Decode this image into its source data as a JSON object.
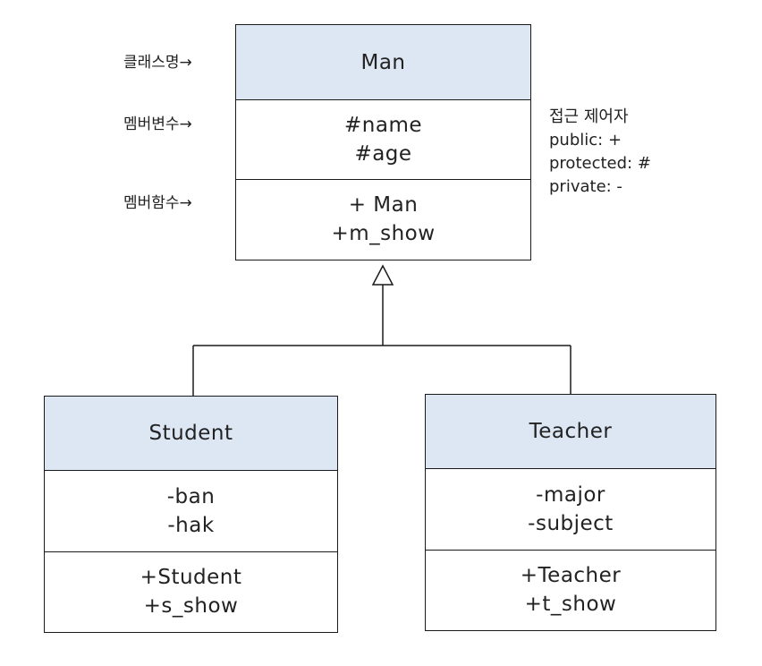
{
  "labels": {
    "class_name": "클래스명→",
    "member_vars": "멤버변수→",
    "member_funcs": "멤버함수→"
  },
  "access_note": {
    "title": "접근 제어자",
    "public": "public: +",
    "protected": "protected: #",
    "private": "private: -"
  },
  "classes": {
    "man": {
      "name": "Man",
      "attributes": [
        "#name",
        "#age"
      ],
      "methods": [
        "+ Man",
        "+m_show"
      ]
    },
    "student": {
      "name": "Student",
      "attributes": [
        "-ban",
        "-hak"
      ],
      "methods": [
        "+Student",
        "+s_show"
      ]
    },
    "teacher": {
      "name": "Teacher",
      "attributes": [
        "-major",
        "-subject"
      ],
      "methods": [
        "+Teacher",
        "+t_show"
      ]
    }
  },
  "colors": {
    "header_fill": "#dde6f3",
    "border": "#1a1a1a"
  }
}
